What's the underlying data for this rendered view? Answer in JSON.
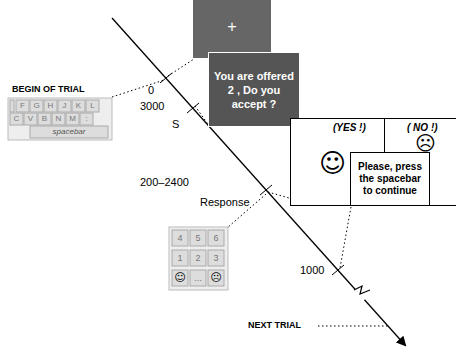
{
  "diagram": {
    "nodes": [
      {
        "text": [
          "+"
        ]
      },
      {
        "text": [
          "You are offered 2 , Do you accept ?"
        ]
      },
      {
        "text": [
          "(YES !)",
          "☺"
        ]
      },
      {
        "text": [
          "( NO !)",
          "☹"
        ]
      },
      {
        "text": [
          "Please, press the spacebar to continue"
        ]
      }
    ],
    "labels": [
      "BEGIN OF TRIAL",
      "F",
      "G",
      "H",
      "J",
      "K",
      "L",
      "C",
      "V",
      "B",
      "N",
      "M",
      ":",
      "spacebar",
      "0",
      "3000",
      "S",
      "200–2400",
      "Response",
      "1000",
      "NEXT TRIAL",
      "4",
      "5",
      "6",
      "1",
      "2",
      "3",
      "☺",
      "...",
      "☹"
    ]
  }
}
